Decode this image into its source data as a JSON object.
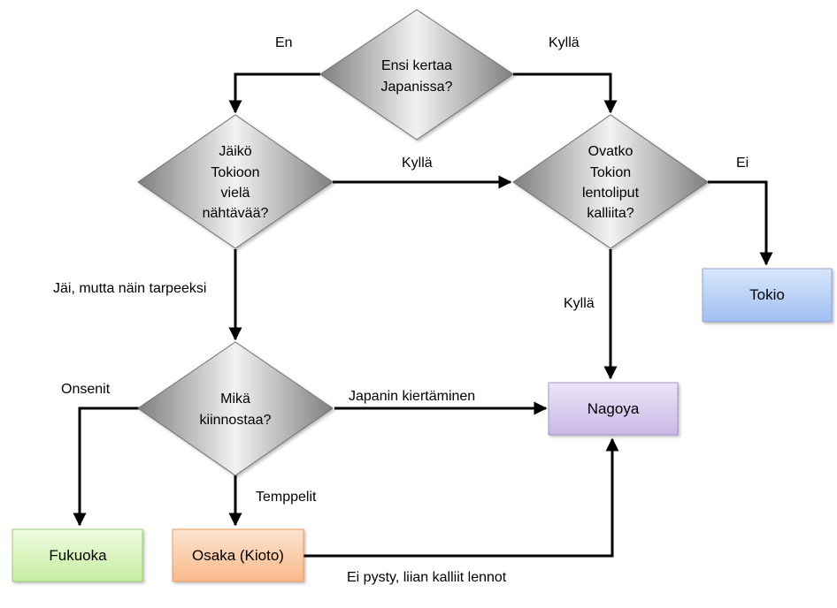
{
  "diagram": {
    "nodes": {
      "first_time": {
        "label_lines": [
          "Ensi kertaa",
          "Japanissa?"
        ]
      },
      "tokyo_left": {
        "label_lines": [
          "Jäikö",
          "Tokioon",
          "vielä",
          "nähtävää?"
        ]
      },
      "tickets": {
        "label_lines": [
          "Ovatko",
          "Tokion",
          "lentoliput",
          "kalliita?"
        ]
      },
      "interest": {
        "label_lines": [
          "Mikä",
          "kiinnostaa?"
        ]
      },
      "tokio": {
        "label": "Tokio"
      },
      "nagoya": {
        "label": "Nagoya"
      },
      "fukuoka": {
        "label": "Fukuoka"
      },
      "osaka": {
        "label": "Osaka (Kioto)"
      }
    },
    "edges": {
      "first_no": "En",
      "first_yes": "Kyllä",
      "left_yes": "Kyllä",
      "left_seen": "Jäi, mutta näin tarpeeksi",
      "tickets_no": "Ei",
      "tickets_yes": "Kyllä",
      "interest_onsen": "Onsenit",
      "interest_tour": "Japanin kiertäminen",
      "interest_temples": "Temppelit",
      "osaka_expensive": "Ei pysty, liian kalliit lennot"
    }
  }
}
